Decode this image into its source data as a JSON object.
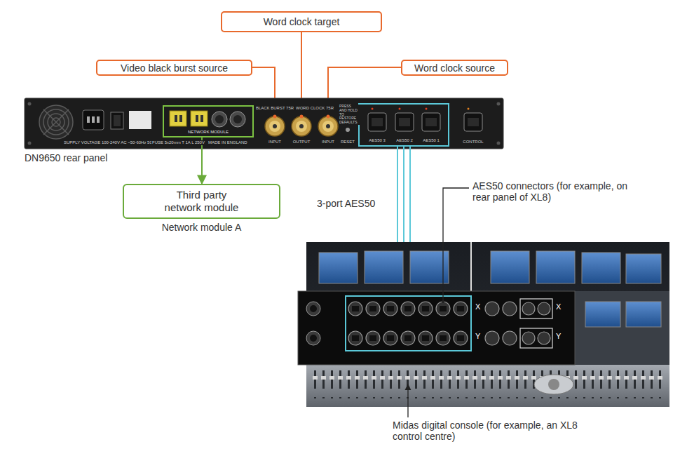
{
  "diagram": {
    "nodes": [
      {
        "text": [
          "Word clock target"
        ]
      },
      {
        "text": [
          "Video black burst source"
        ]
      },
      {
        "text": [
          "Word clock source"
        ]
      },
      {
        "text": [
          "NETWORK MODULE"
        ]
      },
      {
        "text": [
          "Third party network module",
          "Network module A"
        ]
      }
    ],
    "edges": [
      {
        "from": 3,
        "to": 4,
        "arrow": "to"
      }
    ],
    "labels": [
      "DN9650 rear panel",
      "SUPPLY VOLTAGE 100-240V AC ~50-60Hz 50W",
      "FUSE 5x20mm T 1A L 250V",
      "MADE IN ENGLAND",
      "BLACK BURST 75R",
      "WORD CLOCK 75R",
      "INPUT",
      "OUTPUT",
      "INPUT",
      "PRESS AND HOLD TO RESTORE DEFAULTS",
      "RESET",
      "AES50 3",
      "AES50 2",
      "AES50 1",
      "CONTROL",
      "3-port AES50",
      "AES50 connectors (for example, on rear panel of XL8)",
      "X",
      "Y",
      "X",
      "Y",
      "Midas digital console (for example, an XL8 control centre)"
    ]
  }
}
